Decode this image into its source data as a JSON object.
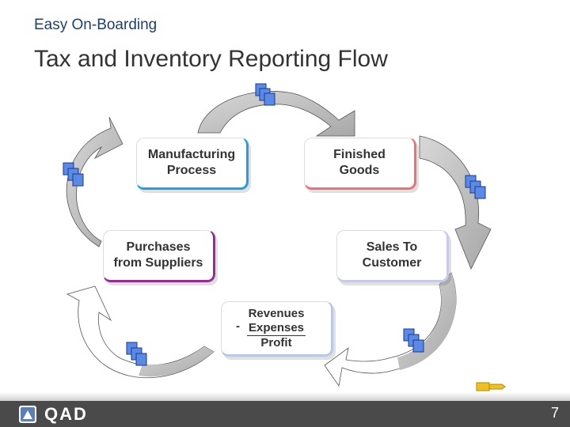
{
  "header": {
    "subtitle": "Easy On-Boarding",
    "title": "Tax and Inventory Reporting Flow"
  },
  "diagram": {
    "manufacturing": [
      "Manufacturing",
      "Process"
    ],
    "finished": [
      "Finished",
      "Goods"
    ],
    "purchases": [
      "Purchases",
      "from Suppliers"
    ],
    "sales": [
      "Sales To",
      "Customer"
    ],
    "revenues": "Revenues",
    "minus": "-",
    "expenses": "Expenses",
    "profit": "Profit"
  },
  "footer": {
    "logo": "QAD",
    "page_number": "7"
  },
  "colors": {
    "arrow": "#b4b4b4",
    "doc_icon": "#5a8ae6",
    "footer_bg": "#4a4a4a",
    "title": "#333333",
    "subtitle": "#1f3d7a"
  }
}
